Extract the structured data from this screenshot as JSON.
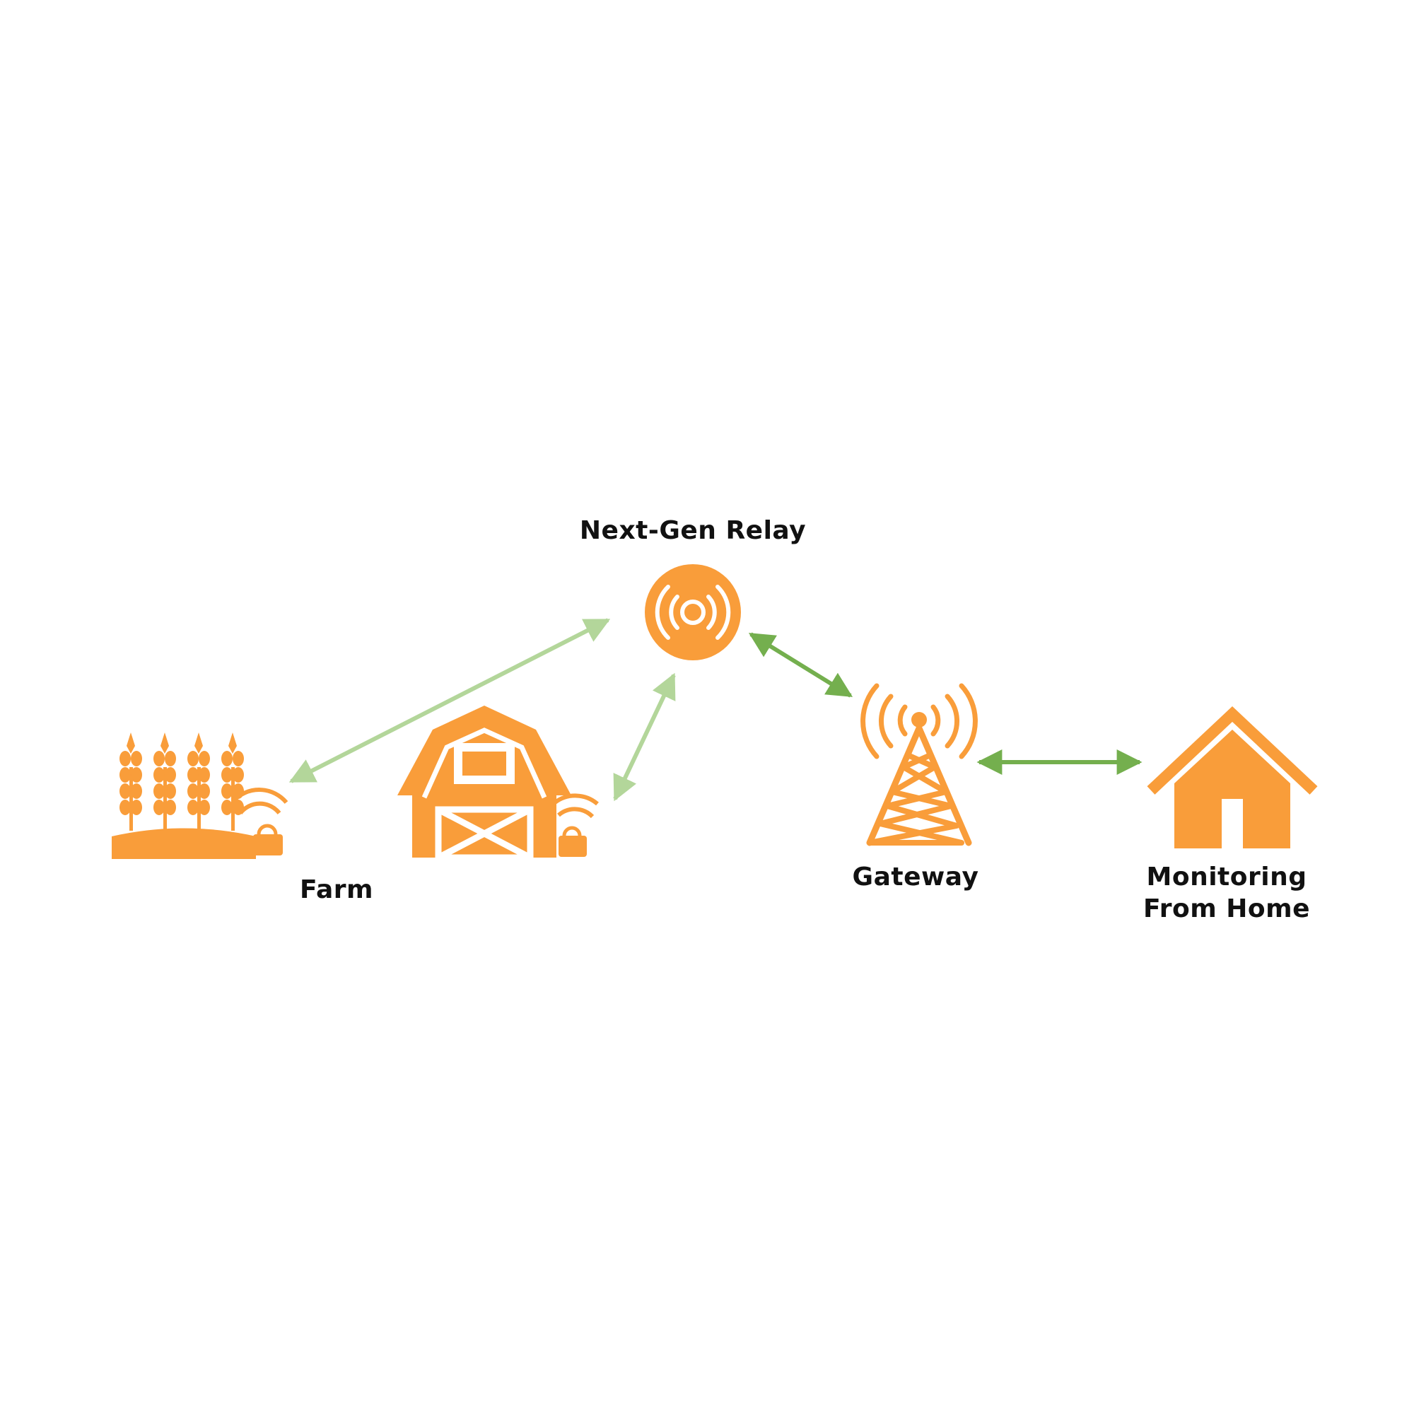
{
  "labels": {
    "relay": "Next-Gen Relay",
    "farm": "Farm",
    "gateway": "Gateway",
    "home_line1": "Monitoring",
    "home_line2": "From Home"
  },
  "icons": {
    "relay": "relay-radio-icon",
    "crops": "wheat-field-sensor-icon",
    "barn": "barn-sensor-icon",
    "gateway": "cell-tower-icon",
    "home": "house-icon"
  },
  "colors": {
    "icon_orange": "#F99D3A",
    "arrow_light_green": "#B3D69A",
    "arrow_green": "#74AF4E",
    "label_text": "#111111",
    "background": "#FFFFFF"
  }
}
